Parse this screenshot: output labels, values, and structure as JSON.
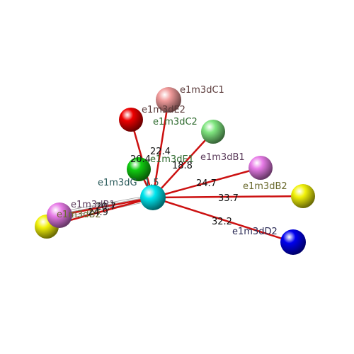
{
  "diagram": {
    "center": {
      "label": "1.5",
      "color": "#00e5ee"
    },
    "nodes": [
      {
        "id": "c1",
        "label": "e1m3dC1",
        "color": "#f09a9a",
        "label_color": "#5a3a3a"
      },
      {
        "id": "e2",
        "label": "e1m3dE2",
        "color": "#ee0000",
        "label_color": "#5a3a3a"
      },
      {
        "id": "c2",
        "label": "e1m3dC2",
        "color": "#7fe57f",
        "label_color": "#2f6b2f"
      },
      {
        "id": "e1",
        "label": "e1m3dE1",
        "color": "#11cc11",
        "label_color": "#2f6b2f"
      },
      {
        "id": "b1r",
        "label": "e1m3dB1",
        "color": "#e87ce8",
        "label_color": "#5a3a5a"
      },
      {
        "id": "b2r",
        "label": "e1m3dB2",
        "color": "#f2f20a",
        "label_color": "#6b6b2f"
      },
      {
        "id": "d2",
        "label": "e1m3dD2",
        "color": "#0000ee",
        "label_color": "#2a2a55"
      },
      {
        "id": "b1l",
        "label": "e1m3dB1",
        "color": "#e87ce8",
        "label_color": "#5a3a5a"
      },
      {
        "id": "b2l",
        "label": "e1m3dB2",
        "color": "#f2f20a",
        "label_color": "#6b6b2f"
      },
      {
        "id": "g",
        "label": "e1m3dG",
        "color": "#00e5ee",
        "label_color": "#2a5a5a"
      }
    ],
    "edges": [
      {
        "to": "c1",
        "label": "22.4"
      },
      {
        "to": "e2",
        "label": ""
      },
      {
        "to": "e1",
        "label": "20.4"
      },
      {
        "to": "c2",
        "label": "18.8"
      },
      {
        "to": "b1r",
        "label": "24.7"
      },
      {
        "to": "b2r",
        "label": "33.7"
      },
      {
        "to": "d2",
        "label": "32.2"
      },
      {
        "to": "b1l",
        "label": "20.7"
      },
      {
        "to": "b2l",
        "label": "24.9"
      }
    ],
    "edge_color": "#cc1111"
  }
}
